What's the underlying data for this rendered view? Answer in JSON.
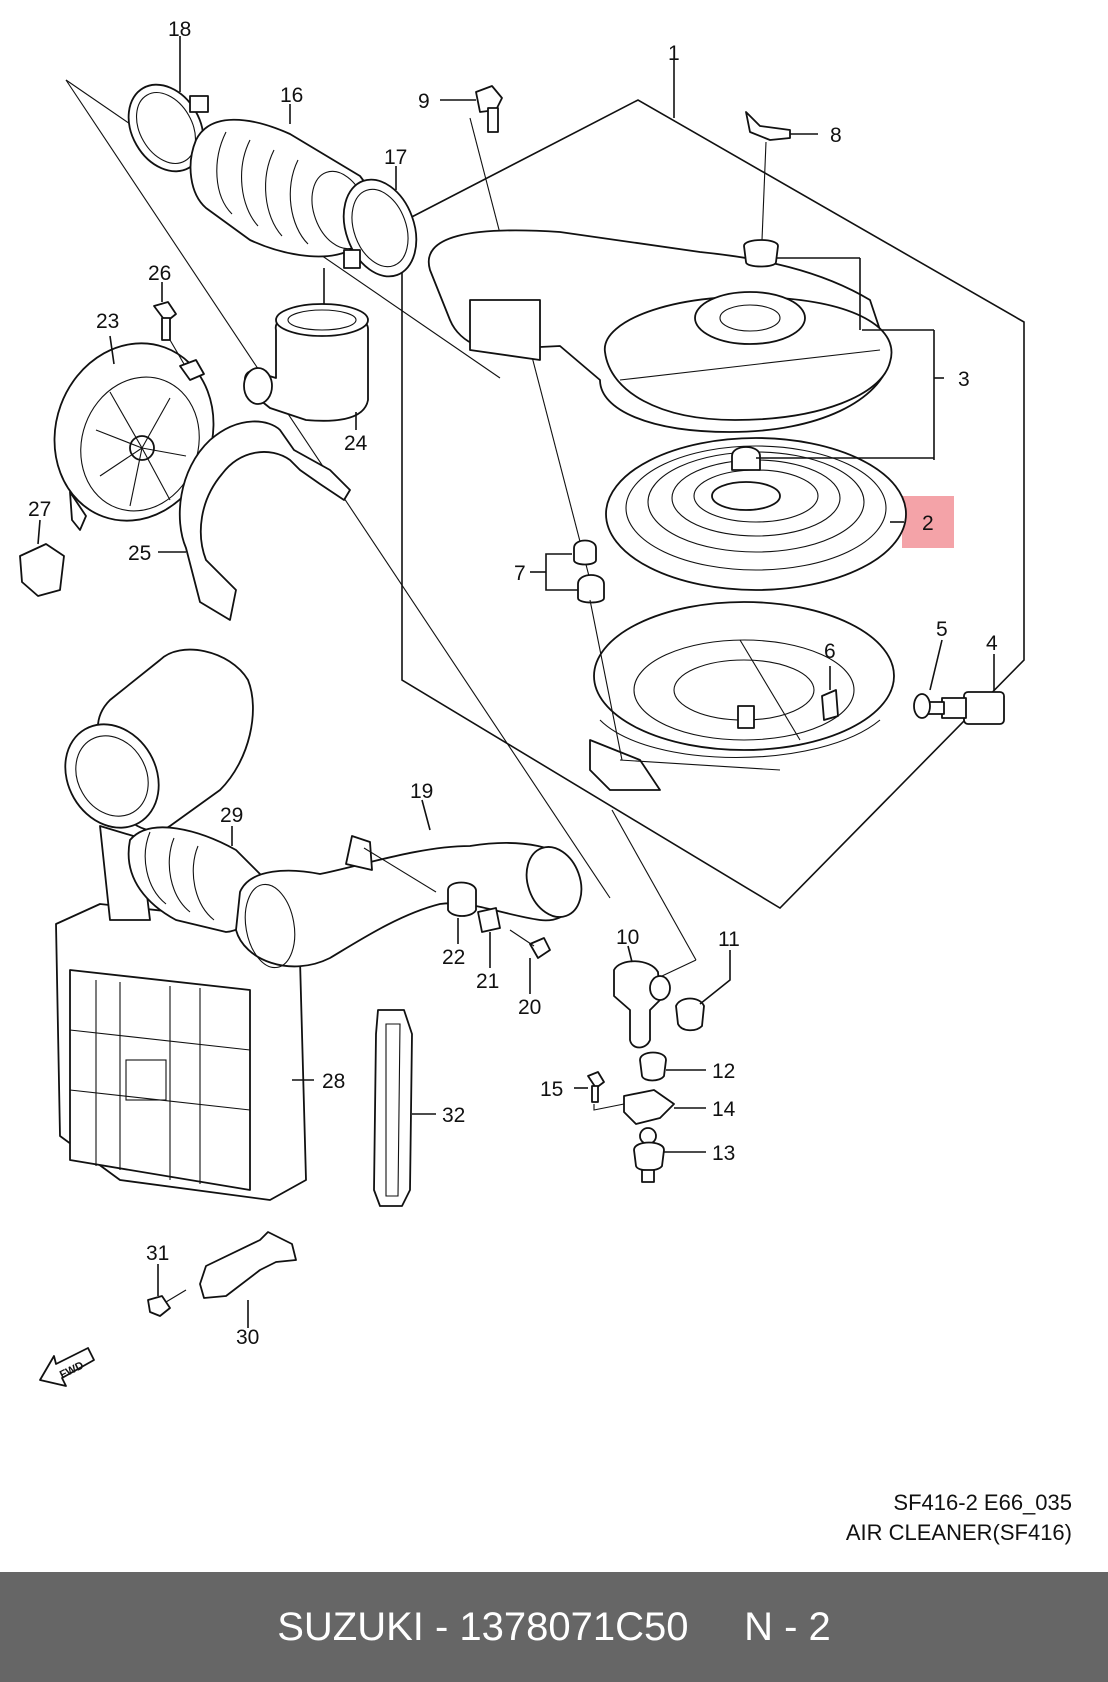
{
  "callouts": {
    "n1": "1",
    "n2": "2",
    "n3": "3",
    "n4": "4",
    "n5": "5",
    "n6": "6",
    "n7": "7",
    "n8": "8",
    "n9": "9",
    "n10": "10",
    "n11": "11",
    "n12": "12",
    "n13": "13",
    "n14": "14",
    "n15": "15",
    "n16": "16",
    "n17": "17",
    "n18": "18",
    "n19": "19",
    "n20": "20",
    "n21": "21",
    "n22": "22",
    "n23": "23",
    "n24": "24",
    "n25": "25",
    "n26": "26",
    "n27": "27",
    "n28": "28",
    "n29": "29",
    "n30": "30",
    "n31": "31",
    "n32": "32"
  },
  "fwd_label": "FWD",
  "caption": {
    "code": "SF416-2 E66_035",
    "title": "AIR CLEANER(SF416)"
  },
  "footer": {
    "text": "SUZUKI - 1378071C50     N - 2"
  },
  "highlight": {
    "part": "2",
    "color": "#f4a3a8"
  }
}
